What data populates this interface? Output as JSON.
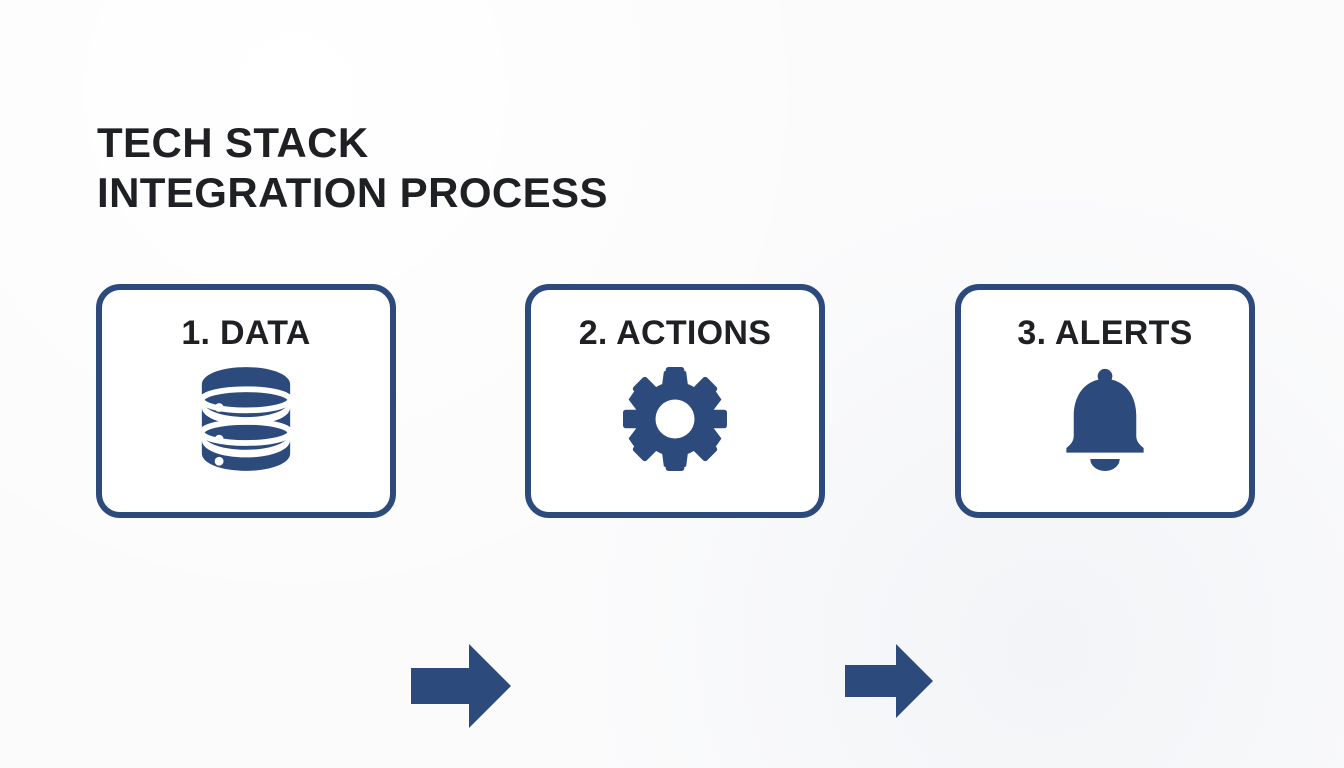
{
  "page": {
    "background_color": "#fbfbfc",
    "accent_color": "#2c4a7c",
    "text_color": "#1f2024"
  },
  "title": {
    "line1": "TECH STACK",
    "line2": "INTEGRATION PROCESS"
  },
  "flow": {
    "steps": [
      {
        "label": "1. DATA",
        "icon": "database-icon"
      },
      {
        "label": "2. ACTIONS",
        "icon": "gear-icon"
      },
      {
        "label": "3. ALERTS",
        "icon": "bell-icon"
      }
    ],
    "connectors": [
      {
        "icon": "arrow-right-icon",
        "from": "1. DATA",
        "to": "2. ACTIONS"
      },
      {
        "icon": "arrow-right-icon",
        "from": "2. ACTIONS",
        "to": "3. ALERTS"
      }
    ]
  }
}
